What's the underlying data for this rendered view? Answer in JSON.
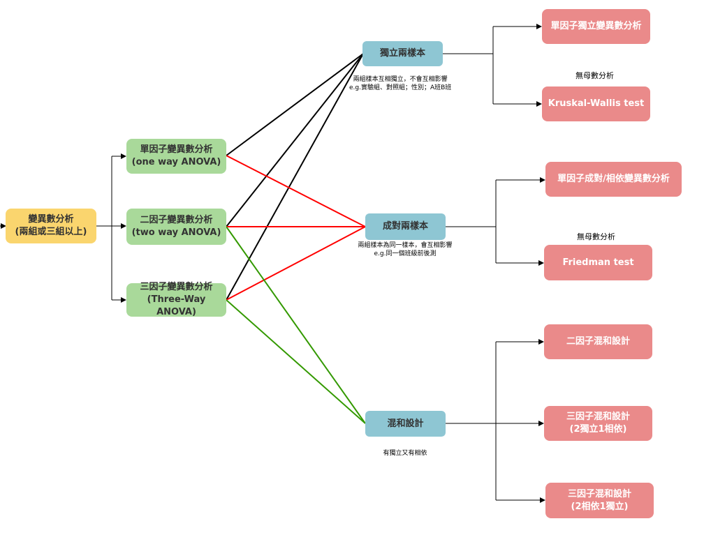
{
  "root": {
    "line1": "變異數分析",
    "line2": "(兩組或三組以上)"
  },
  "anova": [
    {
      "line1": "單因子變異數分析",
      "line2": "(one way ANOVA)"
    },
    {
      "line1": "二因子變異數分析",
      "line2": "(two way ANOVA)"
    },
    {
      "line1": "三因子變異數分析",
      "line2": "(Three-Way ANOVA)"
    }
  ],
  "designs": [
    {
      "label": "獨立兩樣本",
      "note1": "兩組樣本互相獨立，不會互相影響",
      "note2": "e.g.實驗組、對照組；性別；A班B班"
    },
    {
      "label": "成對兩樣本",
      "note1": "兩組樣本為同一樣本，會互相影響",
      "note2": "e.g.同一個班級前後測"
    },
    {
      "label": "混和設計",
      "note1": "有獨立又有相依",
      "note2": ""
    }
  ],
  "results": [
    {
      "line1": "單因子獨立變異數分析",
      "line2": ""
    },
    {
      "line1": "Kruskal-Wallis test",
      "line2": ""
    },
    {
      "line1": "單因子成對/相依變異數分析",
      "line2": ""
    },
    {
      "line1": "Friedman test",
      "line2": ""
    },
    {
      "line1": "二因子混和設計",
      "line2": ""
    },
    {
      "line1": "三因子混和設計",
      "line2": "(2獨立1相依)"
    },
    {
      "line1": "三因子混和設計",
      "line2": "(2相依1獨立)"
    }
  ],
  "labels": {
    "nonparam_1": "無母數分析",
    "nonparam_2": "無母數分析"
  },
  "colors": {
    "black_edge": "#000000",
    "red_edge": "#ff0000",
    "green_edge": "#339900"
  }
}
